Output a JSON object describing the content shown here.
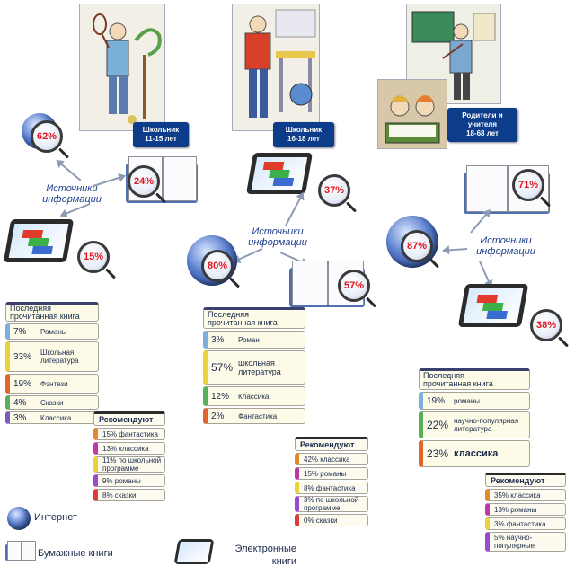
{
  "colors": {
    "tag_bg": "#0c3c8a",
    "percent": "#e0141e",
    "text": "#1a2a4a"
  },
  "panels": [
    {
      "tag_lines": [
        "Школьник",
        "11-15 лет"
      ],
      "sources_lines": [
        "Источники",
        "информации"
      ],
      "pct": {
        "internet": "62%",
        "paper": "24%",
        "electronic": "15%"
      },
      "last": {
        "header": [
          "Последняя",
          "прочитанная книга"
        ],
        "items": [
          {
            "pct": "7%",
            "label": "Романы"
          },
          {
            "pct": "33%",
            "label": "Школьная литература"
          },
          {
            "pct": "19%",
            "label": "Фэнтези"
          },
          {
            "pct": "4%",
            "label": "Сказки"
          },
          {
            "pct": "3%",
            "label": "Классика"
          }
        ]
      },
      "rec": {
        "header": "Рекомендуют",
        "items": [
          "15% фантастика",
          "13% классика",
          "11% по школьной программе",
          "9% романы",
          "8% сказки"
        ]
      }
    },
    {
      "tag_lines": [
        "Школьник",
        "16-18 лет"
      ],
      "sources_lines": [
        "Источники",
        "информации"
      ],
      "pct": {
        "internet": "80%",
        "paper": "57%",
        "electronic": "37%"
      },
      "last": {
        "header": [
          "Последняя",
          "прочитанная книга"
        ],
        "items": [
          {
            "pct": "3%",
            "label": "Роман"
          },
          {
            "pct": "57%",
            "label": "школьная литература"
          },
          {
            "pct": "12%",
            "label": "Классика"
          },
          {
            "pct": "2%",
            "label": "Фантастика"
          }
        ]
      },
      "rec": {
        "header": "Рекомендуют",
        "items": [
          "42% классика",
          "15% романы",
          "8% фантастика",
          "3% по школьной программе",
          "0% сказки"
        ]
      }
    },
    {
      "tag_lines": [
        "Родители и",
        "учителя",
        "18-68 лет"
      ],
      "sources_lines": [
        "Источники",
        "информации"
      ],
      "pct": {
        "internet": "87%",
        "paper": "71%",
        "electronic": "38%"
      },
      "last": {
        "header": [
          "Последняя",
          "прочитанная книга"
        ],
        "items": [
          {
            "pct": "19%",
            "label": "романы"
          },
          {
            "pct": "22%",
            "label": "научно-популярная литература"
          },
          {
            "pct": "23%",
            "label": "классика"
          }
        ]
      },
      "rec": {
        "header": "Рекомендуют",
        "items": [
          "35% классика",
          "13% романы",
          "3% фантастика",
          "5% научно-популярные"
        ]
      }
    }
  ],
  "legend": {
    "internet": "Интернет",
    "paper": "Бумажные книги",
    "electronic": "Электронные книги"
  }
}
